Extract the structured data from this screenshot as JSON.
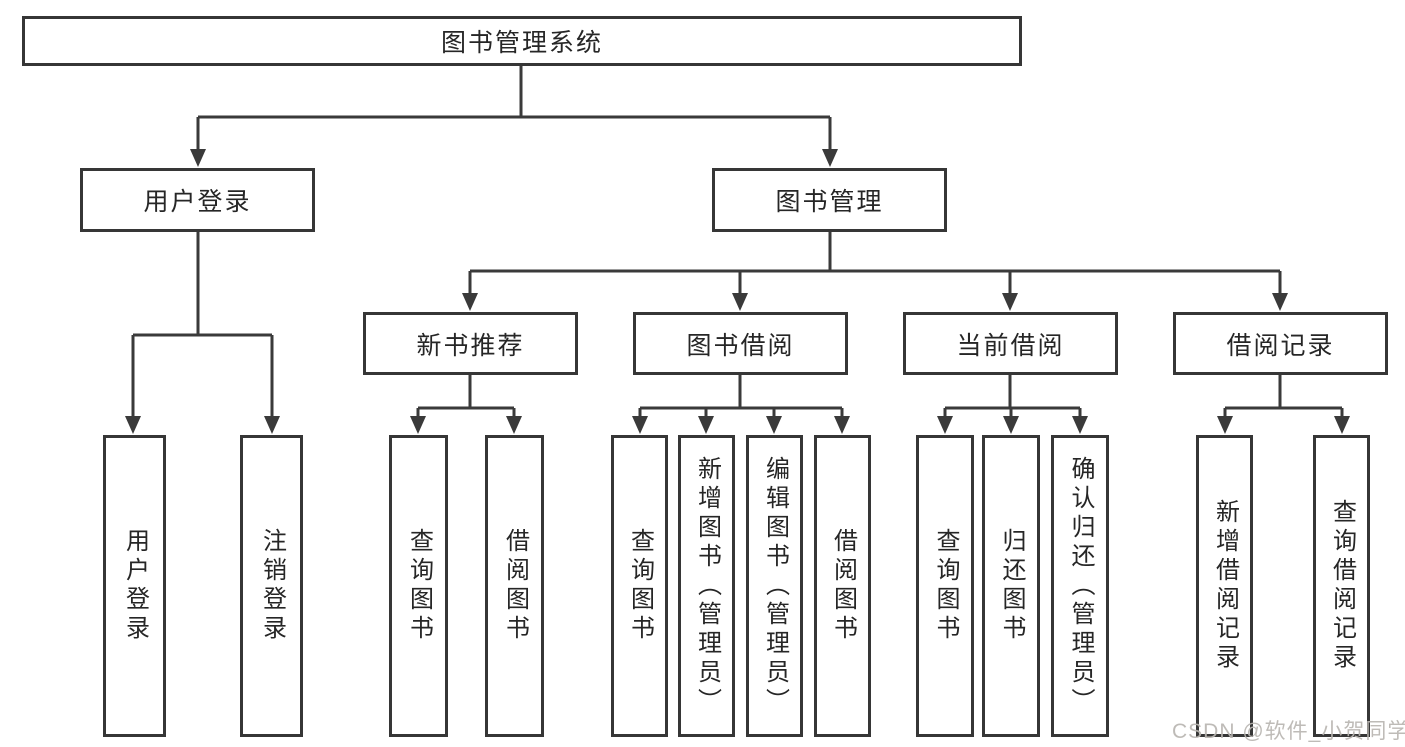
{
  "diagram": {
    "watermark": "CSDN @软件_小贺同学",
    "colors": {
      "line": "#3a3a3a",
      "box_border": "#363636",
      "text": "#262626",
      "watermark": "#b8b5b1",
      "background": "#ffffff"
    },
    "nodes": {
      "root": "图书管理系统",
      "user_login": "用户登录",
      "book_mgmt": "图书管理",
      "new_books": "新书推荐",
      "book_borrow": "图书借阅",
      "current_borrow": "当前借阅",
      "borrow_record": "借阅记录",
      "ul_login": "用户登录",
      "ul_logout": "注销登录",
      "nb_query": "查询图书",
      "nb_borrow": "借阅图书",
      "bb_query": "查询图书",
      "bb_add": "新增图书（管理员）",
      "bb_edit": "编辑图书（管理员）",
      "bb_borrow": "借阅图书",
      "cb_query": "查询图书",
      "cb_return": "归还图书",
      "cb_confirm": "确认归还（管理员）",
      "br_add": "新增借阅记录",
      "br_query": "查询借阅记录"
    },
    "edges": [
      [
        "图书管理系统",
        "用户登录"
      ],
      [
        "图书管理系统",
        "图书管理"
      ],
      [
        "用户登录",
        "用户登录"
      ],
      [
        "用户登录",
        "注销登录"
      ],
      [
        "图书管理",
        "新书推荐"
      ],
      [
        "图书管理",
        "图书借阅"
      ],
      [
        "图书管理",
        "当前借阅"
      ],
      [
        "图书管理",
        "借阅记录"
      ],
      [
        "新书推荐",
        "查询图书"
      ],
      [
        "新书推荐",
        "借阅图书"
      ],
      [
        "图书借阅",
        "查询图书"
      ],
      [
        "图书借阅",
        "新增图书（管理员）"
      ],
      [
        "图书借阅",
        "编辑图书（管理员）"
      ],
      [
        "图书借阅",
        "借阅图书"
      ],
      [
        "当前借阅",
        "查询图书"
      ],
      [
        "当前借阅",
        "归还图书"
      ],
      [
        "当前借阅",
        "确认归还（管理员）"
      ],
      [
        "借阅记录",
        "新增借阅记录"
      ],
      [
        "借阅记录",
        "查询借阅记录"
      ]
    ]
  }
}
